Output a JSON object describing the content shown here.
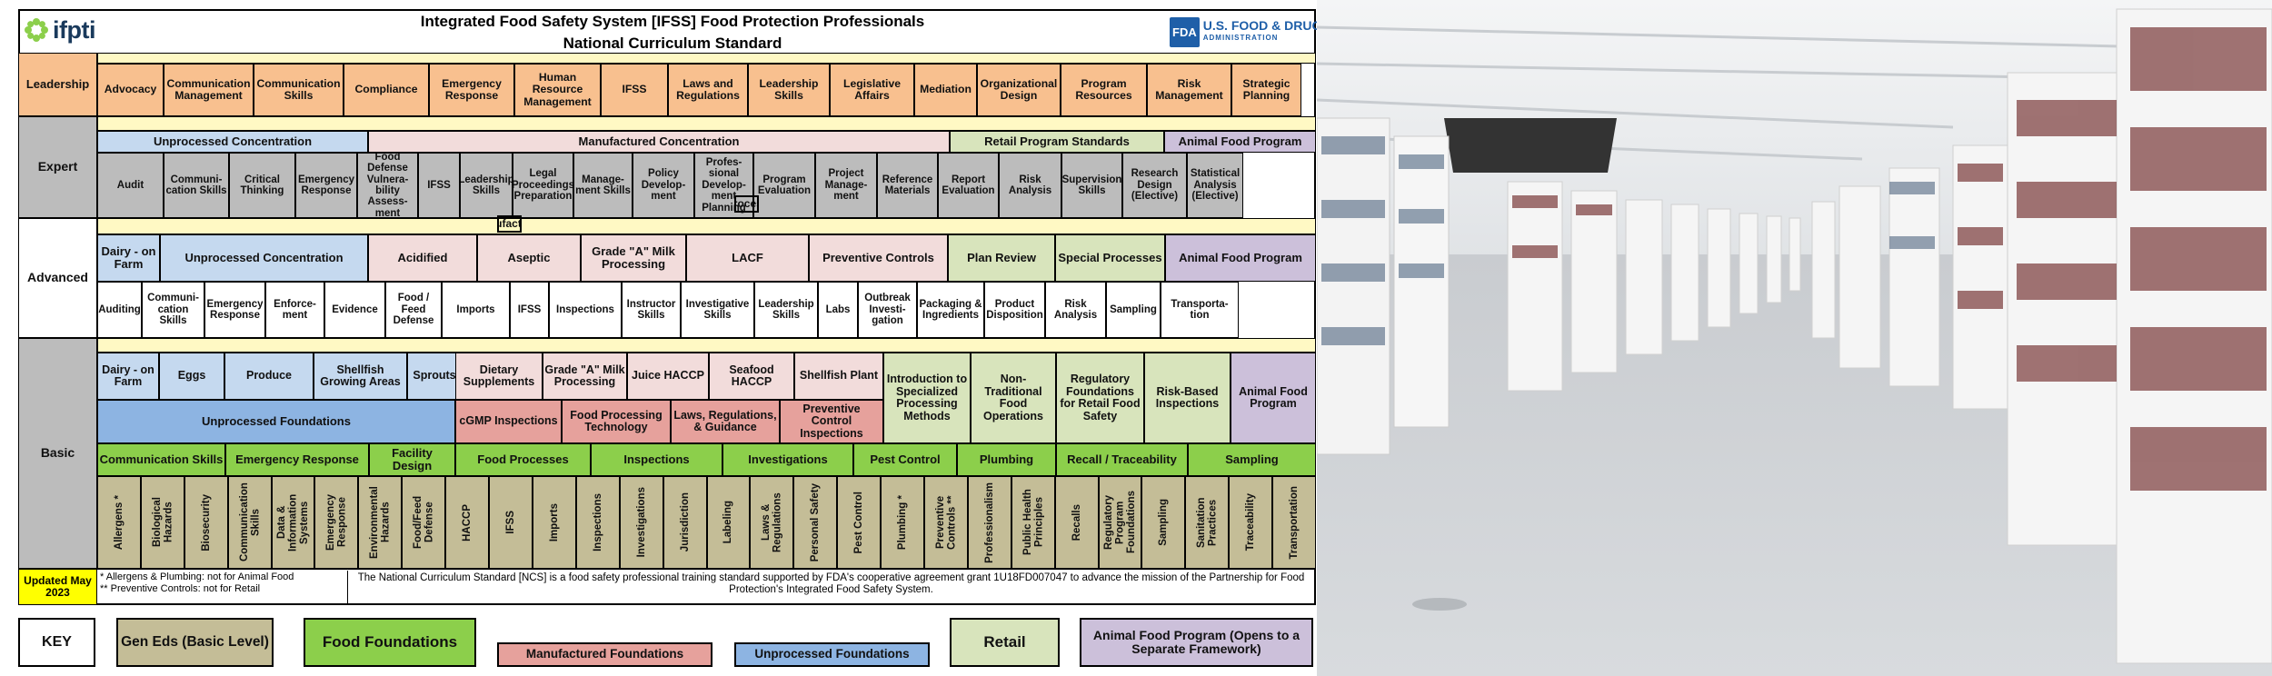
{
  "header": {
    "logo": "ifpti",
    "title_line1": "Integrated Food Safety System [IFSS] Food Protection Professionals",
    "title_line2": "National Curriculum Standard",
    "fda_logo_line1": "U.S. FOOD & DRUG",
    "fda_logo_line2": "ADMINISTRATION",
    "fda_badge": "FDA"
  },
  "colors": {
    "leadership": "#f8c08f",
    "gray": "#bcbcbc",
    "unprocessed": "#c5d9ef",
    "manufactured": "#f2dcdb",
    "manufactured_dark": "#e6a19c",
    "retail": "#d8e4bc",
    "animal": "#ccc0da",
    "food_foundations": "#8ccf4b",
    "gen_eds": "#c4bd97",
    "unprocessed_foundations": "#8db4e2",
    "spacer": "#fff9c4",
    "updated": "#ffff00"
  },
  "levels": {
    "leadership": "Leadership",
    "expert": "Expert",
    "advanced": "Advanced",
    "basic": "Basic"
  },
  "leadership_courses": [
    "Advocacy",
    "Communication Management",
    "Communication Skills",
    "Compliance",
    "Emergency Response",
    "Human Resource Management",
    "IFSS",
    "Laws and Regulations",
    "Leadership Skills",
    "Legislative Affairs",
    "Mediation",
    "Organizational Design",
    "Program Resources",
    "Risk Management",
    "Strategic Planning"
  ],
  "expert": {
    "headers": [
      "Unprocessed Concentration",
      "Manufactured Concentration",
      "Retail Program Standards",
      "Animal Food Program"
    ],
    "courses": [
      "Audit",
      "Communi-cation Skills",
      "Critical Thinking",
      "Emergency Response",
      "Food Defense Vulnera-bility Assess-ment",
      "IFSS",
      "Leadership Skills",
      "Legal Proceedings Preparation",
      "Manage-ment Skills",
      "Policy Develop-ment",
      "Profes-sional Develop-ment Planning",
      "Program Evaluation",
      "Project Manage-ment",
      "Reference Materials",
      "Report Evaluation",
      "Risk Analysis",
      "Supervision Skills",
      "Research Design (Elective)",
      "Statistical Analysis (Elective)"
    ]
  },
  "advanced": {
    "headers": [
      "Dairy - on Farm",
      "Unprocessed Concentration",
      "Acidified",
      "Aseptic",
      "Grade \"A\" Milk Processing",
      "LACF",
      "Preventive Controls",
      "Plan Review",
      "Special Processes",
      "Animal Food Program"
    ],
    "courses": [
      "Auditing",
      "Communi-cation Skills",
      "Emergency Response",
      "Enforce-ment",
      "Evidence",
      "Food / Feed Defense",
      "Imports",
      "IFSS",
      "Inspections",
      "Instructor Skills",
      "Investigative Skills",
      "Leadership Skills",
      "Labs",
      "Outbreak Investi-gation",
      "Packaging & Ingredients",
      "Product Disposition",
      "Risk Analysis",
      "Sampling",
      "Transporta-tion"
    ]
  },
  "basic": {
    "unprocessed_top": [
      "Dairy - on Farm",
      "Eggs",
      "Produce",
      "Shellfish Growing Areas",
      "Sprouts"
    ],
    "unprocessed_foundations": "Unprocessed Foundations",
    "manufactured_top": [
      "Dietary Supplements",
      "Grade \"A\" Milk Processing",
      "Juice HACCP",
      "Seafood HACCP",
      "Shellfish Plant"
    ],
    "manufactured_foundations": [
      "cGMP Inspections",
      "Food Processing Technology",
      "Laws, Regulations, & Guidance",
      "Preventive Control Inspections"
    ],
    "intro_specialized": "Introduction to Specialized Processing Methods",
    "retail": [
      "Non-Traditional Food Operations",
      "Regulatory Foundations for Retail Food Safety",
      "Risk-Based Inspections"
    ],
    "animal": "Animal Food Program",
    "food_foundations": [
      "Communication Skills",
      "Emergency Response",
      "Facility Design",
      "Food Processes",
      "Inspections",
      "Investigations",
      "Pest Control",
      "Plumbing",
      "Recall / Traceability",
      "Sampling"
    ],
    "gen_eds": [
      "Allergens *",
      "Biological Hazards",
      "Biosecurity",
      "Communication Skills",
      "Data & Information Systems",
      "Emergency Response",
      "Environmental Hazards",
      "Food/Feed Defense",
      "HACCP",
      "IFSS",
      "Imports",
      "Inspections",
      "Investigations",
      "Jurisdiction",
      "Labeling",
      "Laws & Regulations",
      "Personal Safety",
      "Pest Control",
      "Plumbing *",
      "Preventive Controls **",
      "Professionalism",
      "Public Health Principles",
      "Recalls",
      "Regulatory Program Foundations",
      "Sampling",
      "Sanitation Practices",
      "Traceability",
      "Transportation"
    ]
  },
  "footer": {
    "updated": "Updated May 2023",
    "note1": "* Allergens & Plumbing: not for Animal Food",
    "note2": "** Preventive Controls: not for Retail",
    "description": "The National Curriculum Standard [NCS] is a food safety professional training standard supported by FDA's cooperative agreement grant 1U18FD007047 to advance the mission of the Partnership for Food Protection's Integrated Food Safety System."
  },
  "key": {
    "label": "KEY",
    "gen_eds": "Gen Eds (Basic Level)",
    "food_foundations": "Food Foundations",
    "manufactured": "Manufactured",
    "manufactured_foundations": "Manufactured Foundations",
    "unprocessed": "Unprocessed",
    "unprocessed_foundations": "Unprocessed Foundations",
    "retail": "Retail",
    "animal": "Animal Food Program (Opens to a Separate Framework)"
  }
}
